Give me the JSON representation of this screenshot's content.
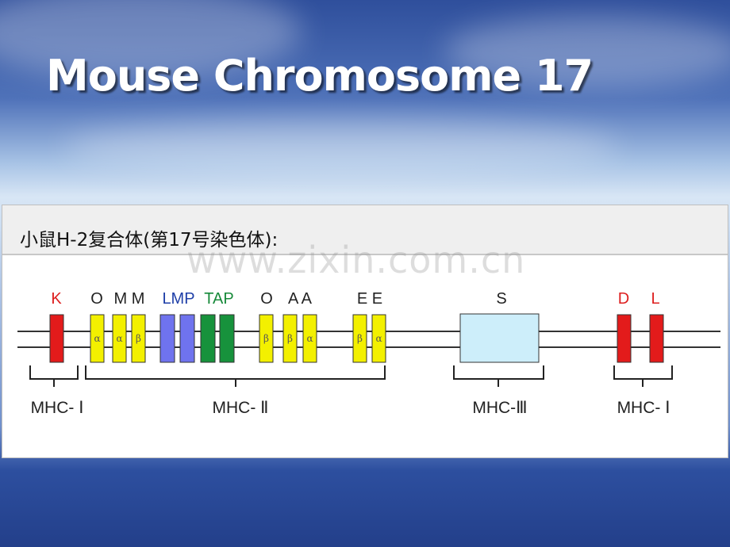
{
  "slide": {
    "title": "Mouse Chromosome 17"
  },
  "figure": {
    "caption": "小鼠H-2复合体(第17号染色体):",
    "watermark": "www.zixin.com.cn"
  },
  "genes": [
    {
      "label": "K",
      "color": "#dd1f1f"
    },
    {
      "label": "O",
      "color": "#222222"
    },
    {
      "label": "M M",
      "color": "#222222"
    },
    {
      "label": "LMP",
      "color": "#1f3fa8"
    },
    {
      "label": "TAP",
      "color": "#178a3a"
    },
    {
      "label": "O",
      "color": "#222222"
    },
    {
      "label": "A A",
      "color": "#222222"
    },
    {
      "label": "E E",
      "color": "#222222"
    },
    {
      "label": "S",
      "color": "#222222"
    },
    {
      "label": "D",
      "color": "#dd1f1f"
    },
    {
      "label": "L",
      "color": "#dd1f1f"
    }
  ],
  "subunits": [
    "α",
    "α",
    "β",
    "β",
    "β",
    "α",
    "β",
    "α"
  ],
  "regions": [
    "MHC- Ⅰ",
    "MHC- Ⅱ",
    "MHC-Ⅲ",
    "MHC- Ⅰ"
  ],
  "colors": {
    "class_i": "#e31b1b",
    "class_ii": "#f3f000",
    "lmp": "#6f73ee",
    "tap": "#17923c",
    "class_iii": "#cdeefa"
  }
}
